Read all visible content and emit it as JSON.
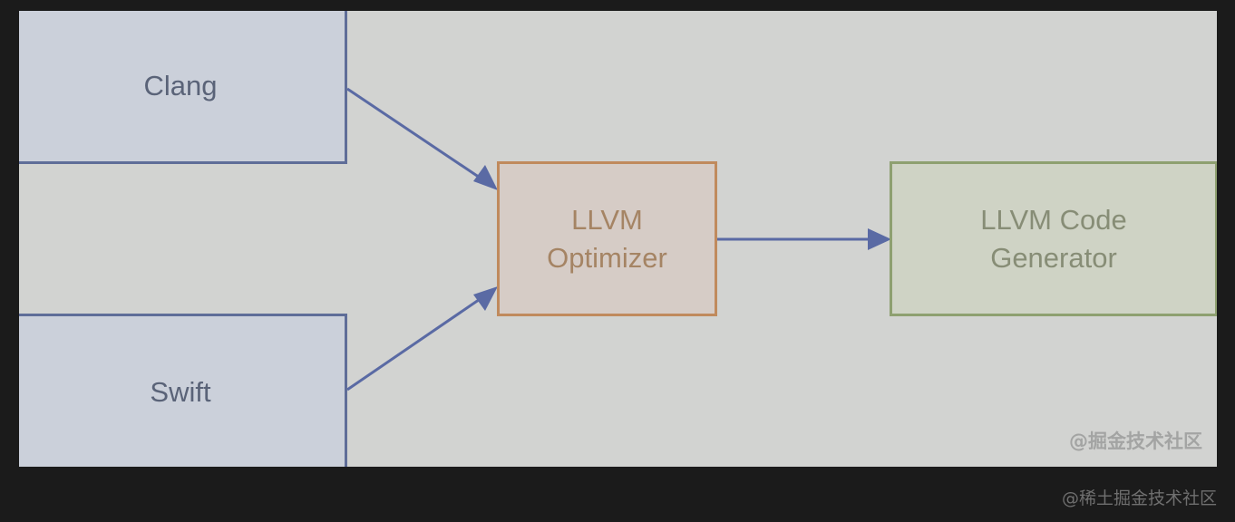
{
  "diagram": {
    "nodes": {
      "clang": {
        "label": "Clang"
      },
      "swift": {
        "label": "Swift"
      },
      "optimizer": {
        "label": "LLVM\nOptimizer"
      },
      "codegen": {
        "label": "LLVM Code\nGenerator"
      }
    },
    "edges": [
      {
        "from": "clang",
        "to": "optimizer"
      },
      {
        "from": "swift",
        "to": "optimizer"
      },
      {
        "from": "optimizer",
        "to": "codegen"
      }
    ],
    "colors": {
      "background": "#d2d3d1",
      "arrow": "#5a6aa4",
      "front_border": "#5f6d98",
      "optimizer_border": "#c08a5d",
      "codegen_border": "#8ea070"
    }
  },
  "watermark": {
    "inner": "@掘金技术社区",
    "outer": "@稀土掘金技术社区"
  }
}
